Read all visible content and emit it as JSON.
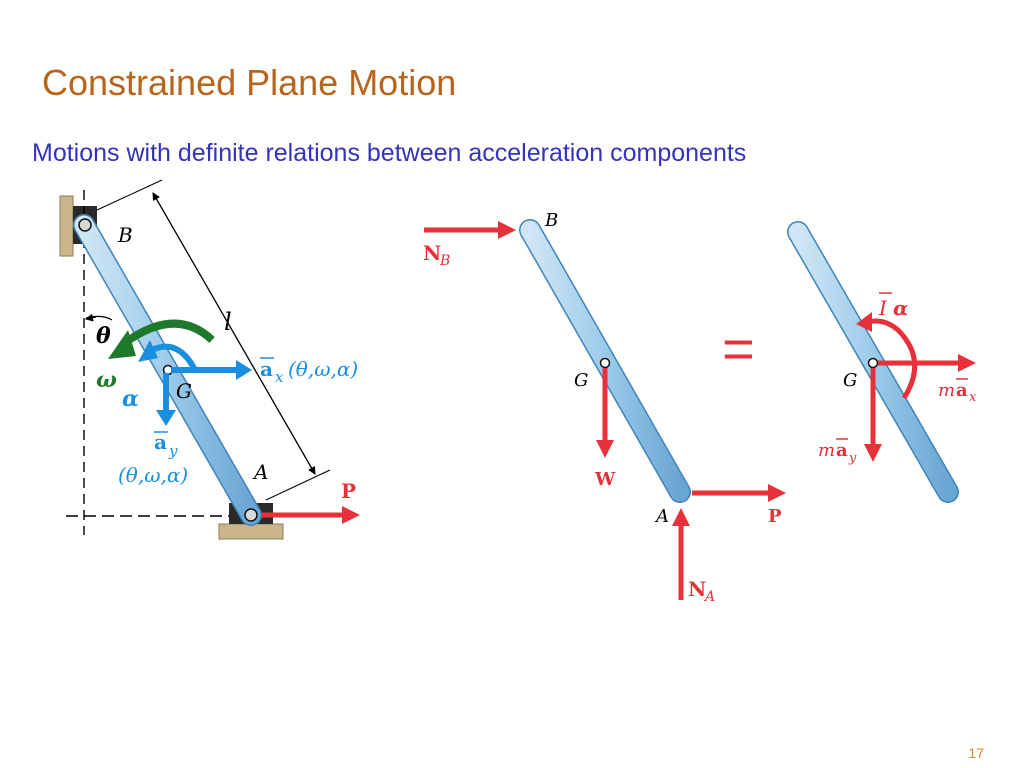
{
  "slide": {
    "title": "Constrained Plane Motion",
    "subtitle": "Motions with definite relations between acceleration components",
    "page_number": "17"
  },
  "figure_left": {
    "point_b": "B",
    "point_a": "A",
    "point_g": "G",
    "length": "l",
    "theta": "θ",
    "omega": "ω",
    "alpha": "α",
    "ax_label": "a",
    "ax_sub": "x",
    "ax_args": "(θ,ω,α)",
    "ay_label": "a",
    "ay_sub": "y",
    "ay_args": "(θ,ω,α)",
    "force_p": "P"
  },
  "figure_fbd": {
    "point_b": "B",
    "point_g": "G",
    "point_a": "A",
    "nb_label": "N",
    "nb_sub": "B",
    "w_label": "W",
    "p_label": "P",
    "na_label": "N",
    "na_sub": "A"
  },
  "equals_sign": "=",
  "figure_kinetic": {
    "point_g": "G",
    "i_alpha_i": "I",
    "i_alpha_alpha": "α",
    "max_m": "m",
    "max_a": "a",
    "max_sub": "x",
    "may_m": "m",
    "may_a": "a",
    "may_sub": "y"
  },
  "colors": {
    "title": "#b8651b",
    "subtitle": "#3333bb",
    "force_red": "#e8303a",
    "accel_blue": "#1a8fe0",
    "omega_green": "#1e7a2a",
    "bar_fill": "#9fcbe6",
    "bar_stroke": "#3f84b8",
    "support": "#cbb58d"
  }
}
